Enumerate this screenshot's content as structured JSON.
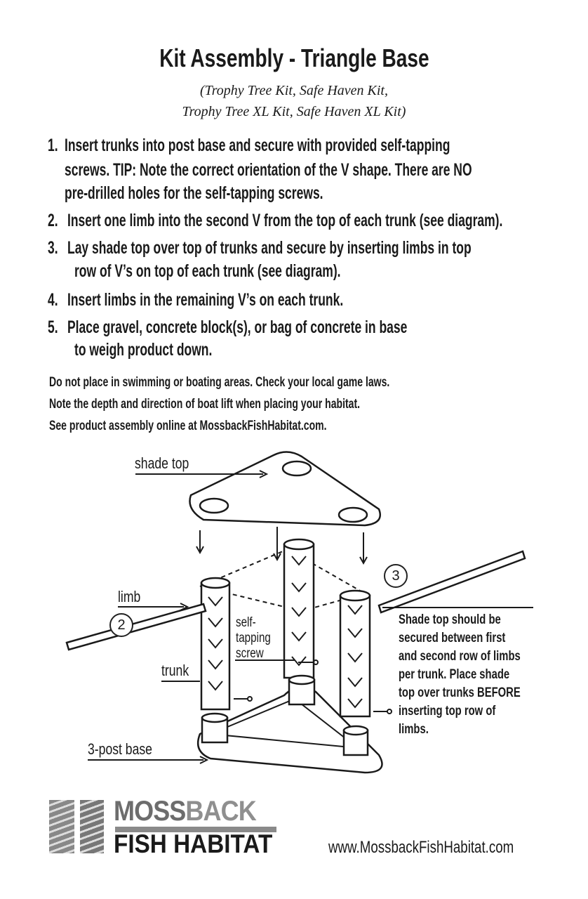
{
  "title": "Kit Assembly - Triangle Base",
  "subtitle": [
    "(Trophy Tree Kit, Safe Haven Kit,",
    "Trophy Tree XL Kit, Safe Haven XL Kit)"
  ],
  "steps": [
    {
      "num": "1.",
      "lines": [
        "Insert trunks into post base and secure with provided self-tapping",
        "screws. TIP: Note the correct orientation of the V shape. There are NO",
        "pre-drilled holes for the self-tapping screws."
      ]
    },
    {
      "num": "2.",
      "lines": [
        "Insert one limb into the second V from the top of each trunk (see diagram)."
      ]
    },
    {
      "num": "3.",
      "lines": [
        "Lay shade top over top of trunks and secure by inserting limbs in top",
        "row of V’s on top of each trunk (see diagram)."
      ]
    },
    {
      "num": "4.",
      "lines": [
        "Insert limbs in the remaining V’s on each trunk."
      ]
    },
    {
      "num": "5.",
      "lines": [
        "Place gravel, concrete block(s), or bag of concrete  in base",
        "to weigh product down."
      ]
    }
  ],
  "notes": [
    "Do not place in swimming or boating areas. Check your local game laws.",
    "Note the depth and direction of boat lift when placing your habitat.",
    "See product assembly online at MossbackFishHabitat.com."
  ],
  "diagram": {
    "shade_top": "shade top",
    "limb": "limb",
    "screw": [
      "self-",
      "tapping",
      "screw"
    ],
    "trunk": "trunk",
    "base": "3-post base",
    "callout_2": "2",
    "callout_3": "3",
    "side_note": [
      "Shade top should be",
      "secured between first",
      "and second row of limbs",
      "per trunk. Place shade",
      "top over trunks BEFORE",
      "inserting top row of",
      "limbs."
    ]
  },
  "logo": {
    "line1a": "MOSS",
    "line1b": "BACK",
    "line2": "FISH HABITAT"
  },
  "url": "www.MossbackFishHabitat.com"
}
